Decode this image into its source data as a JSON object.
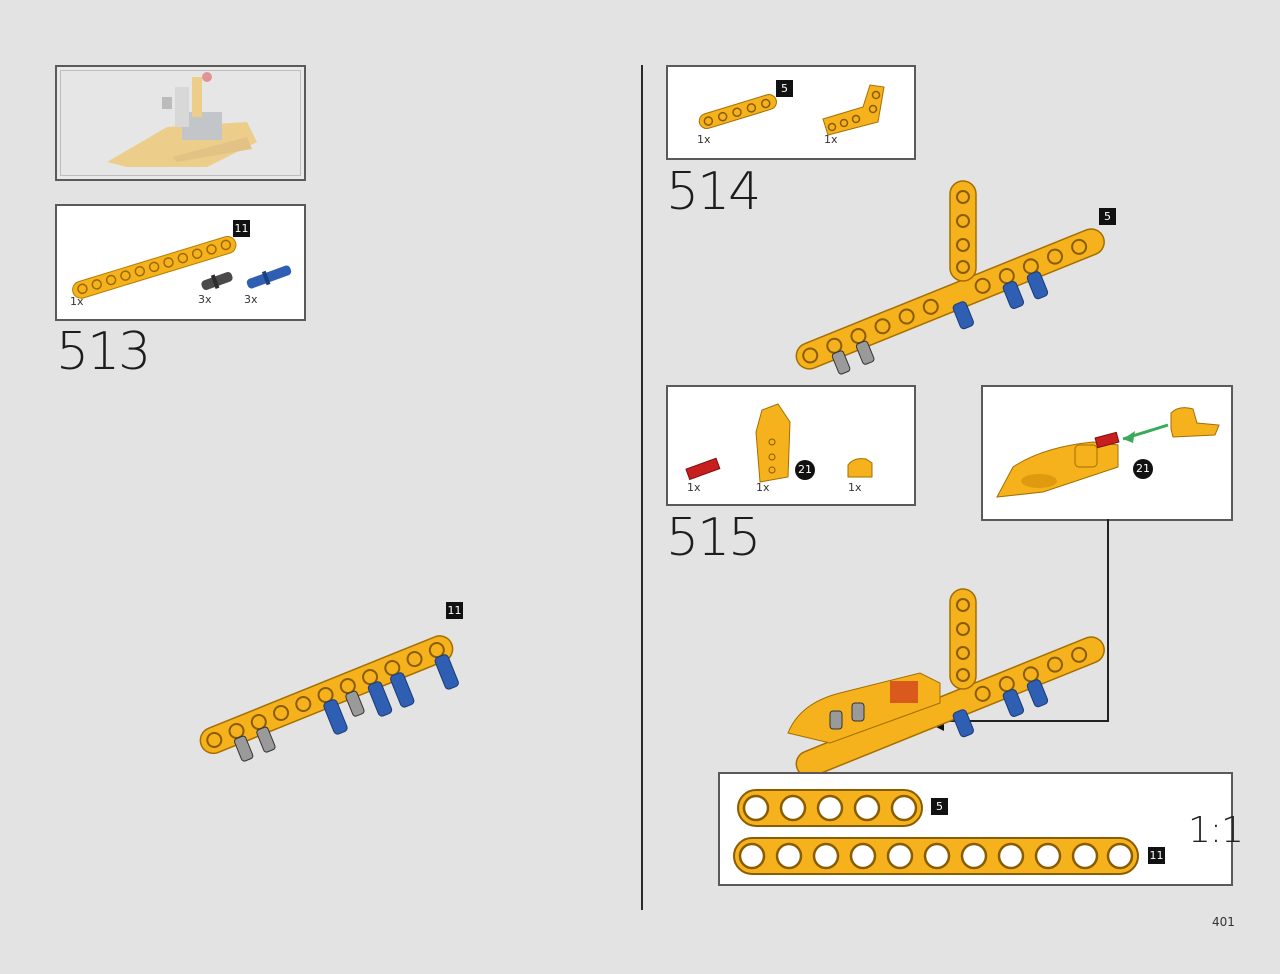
{
  "page": {
    "number": "401"
  },
  "steps": [
    {
      "number": "513",
      "parts": [
        {
          "qty": "1x",
          "badge": "11"
        },
        {
          "qty": "3x"
        },
        {
          "qty": "3x"
        }
      ]
    },
    {
      "number": "514",
      "parts": [
        {
          "qty": "1x",
          "badge": "5"
        },
        {
          "qty": "1x"
        }
      ],
      "model_badge": "5"
    },
    {
      "number": "515",
      "parts": [
        {
          "qty": "1x"
        },
        {
          "qty": "1x",
          "badge": "21"
        },
        {
          "qty": "1x"
        }
      ],
      "callout_badge": "21"
    }
  ],
  "model_513_badge": "11",
  "ruler": {
    "scale": "1:1",
    "beams": [
      {
        "length": "5"
      },
      {
        "length": "11"
      }
    ]
  },
  "colors": {
    "beam": "#f5b21c",
    "pin_blue": "#2f5fb3",
    "pin_gray": "#5a5a5a",
    "axle_red": "#c81e1e",
    "arrow_green": "#3aaa5a"
  }
}
